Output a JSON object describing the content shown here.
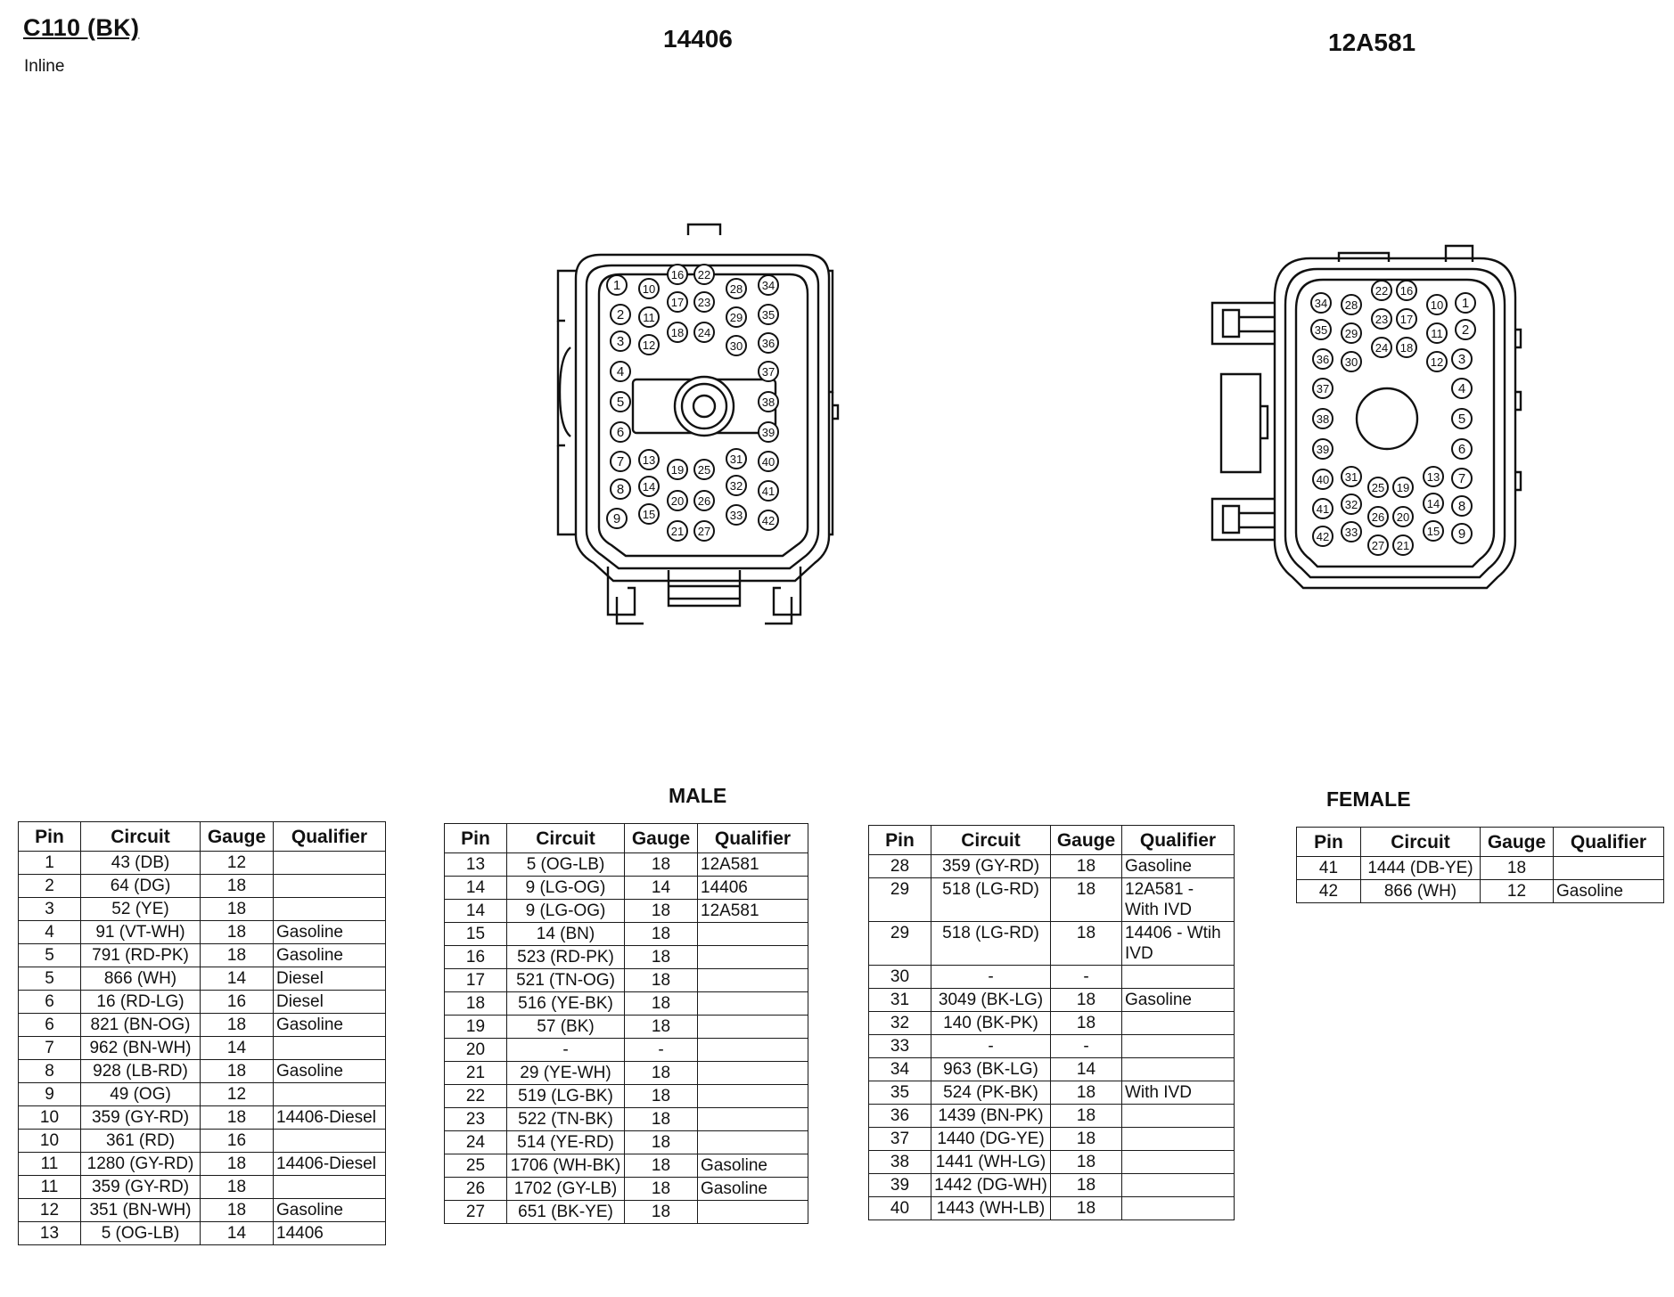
{
  "connector": {
    "title": "C110 (BK)",
    "subtitle": "Inline"
  },
  "parts": {
    "male_part": "14406",
    "female_part": "12A581"
  },
  "sections": {
    "male": "MALE",
    "female": "FEMALE"
  },
  "table_headers": [
    "Pin",
    "Circuit",
    "Gauge",
    "Qualifier"
  ],
  "male_connector_pins": [
    "1",
    "2",
    "3",
    "4",
    "5",
    "6",
    "7",
    "8",
    "9",
    "10",
    "11",
    "12",
    "13",
    "14",
    "15",
    "16",
    "17",
    "18",
    "19",
    "20",
    "21",
    "22",
    "23",
    "24",
    "25",
    "26",
    "27",
    "28",
    "29",
    "30",
    "31",
    "32",
    "33",
    "34",
    "35",
    "36",
    "37",
    "38",
    "39",
    "40",
    "41",
    "42"
  ],
  "female_connector_pins": [
    "1",
    "2",
    "3",
    "4",
    "5",
    "6",
    "7",
    "8",
    "9",
    "10",
    "11",
    "12",
    "13",
    "14",
    "15",
    "16",
    "17",
    "18",
    "19",
    "20",
    "21",
    "22",
    "23",
    "24",
    "25",
    "26",
    "27",
    "28",
    "29",
    "30",
    "31",
    "32",
    "33",
    "34",
    "35",
    "36",
    "37",
    "38",
    "39",
    "40",
    "41",
    "42"
  ],
  "tables": [
    {
      "rows": [
        [
          "1",
          "43 (DB)",
          "12",
          ""
        ],
        [
          "2",
          "64 (DG)",
          "18",
          ""
        ],
        [
          "3",
          "52 (YE)",
          "18",
          ""
        ],
        [
          "4",
          "91 (VT-WH)",
          "18",
          "Gasoline"
        ],
        [
          "5",
          "791 (RD-PK)",
          "18",
          "Gasoline"
        ],
        [
          "5",
          "866 (WH)",
          "14",
          "Diesel"
        ],
        [
          "6",
          "16 (RD-LG)",
          "16",
          "Diesel"
        ],
        [
          "6",
          "821 (BN-OG)",
          "18",
          "Gasoline"
        ],
        [
          "7",
          "962 (BN-WH)",
          "14",
          ""
        ],
        [
          "8",
          "928 (LB-RD)",
          "18",
          "Gasoline"
        ],
        [
          "9",
          "49 (OG)",
          "12",
          ""
        ],
        [
          "10",
          "359 (GY-RD)",
          "18",
          "14406-Diesel"
        ],
        [
          "10",
          "361 (RD)",
          "16",
          ""
        ],
        [
          "11",
          "1280 (GY-RD)",
          "18",
          "14406-Diesel"
        ],
        [
          "11",
          "359 (GY-RD)",
          "18",
          ""
        ],
        [
          "12",
          "351 (BN-WH)",
          "18",
          "Gasoline"
        ],
        [
          "13",
          "5 (OG-LB)",
          "14",
          "14406"
        ]
      ]
    },
    {
      "rows": [
        [
          "13",
          "5 (OG-LB)",
          "18",
          "12A581"
        ],
        [
          "14",
          "9 (LG-OG)",
          "14",
          "14406"
        ],
        [
          "14",
          "9 (LG-OG)",
          "18",
          "12A581"
        ],
        [
          "15",
          "14 (BN)",
          "18",
          ""
        ],
        [
          "16",
          "523 (RD-PK)",
          "18",
          ""
        ],
        [
          "17",
          "521 (TN-OG)",
          "18",
          ""
        ],
        [
          "18",
          "516 (YE-BK)",
          "18",
          ""
        ],
        [
          "19",
          "57 (BK)",
          "18",
          ""
        ],
        [
          "20",
          "-",
          "-",
          ""
        ],
        [
          "21",
          "29 (YE-WH)",
          "18",
          ""
        ],
        [
          "22",
          "519 (LG-BK)",
          "18",
          ""
        ],
        [
          "23",
          "522 (TN-BK)",
          "18",
          ""
        ],
        [
          "24",
          "514 (YE-RD)",
          "18",
          ""
        ],
        [
          "25",
          "1706 (WH-BK)",
          "18",
          "Gasoline"
        ],
        [
          "26",
          "1702 (GY-LB)",
          "18",
          "Gasoline"
        ],
        [
          "27",
          "651 (BK-YE)",
          "18",
          ""
        ]
      ]
    },
    {
      "rows": [
        [
          "28",
          "359 (GY-RD)",
          "18",
          "Gasoline"
        ],
        [
          "29",
          "518 (LG-RD)",
          "18",
          "12A581 - With IVD"
        ],
        [
          "29",
          "518 (LG-RD)",
          "18",
          "14406 - Wtih IVD"
        ],
        [
          "30",
          "-",
          "-",
          ""
        ],
        [
          "31",
          "3049 (BK-LG)",
          "18",
          "Gasoline"
        ],
        [
          "32",
          "140 (BK-PK)",
          "18",
          ""
        ],
        [
          "33",
          "-",
          "-",
          ""
        ],
        [
          "34",
          "963 (BK-LG)",
          "14",
          ""
        ],
        [
          "35",
          "524 (PK-BK)",
          "18",
          "With IVD"
        ],
        [
          "36",
          "1439 (BN-PK)",
          "18",
          ""
        ],
        [
          "37",
          "1440 (DG-YE)",
          "18",
          ""
        ],
        [
          "38",
          "1441 (WH-LG)",
          "18",
          ""
        ],
        [
          "39",
          "1442 (DG-WH)",
          "18",
          ""
        ],
        [
          "40",
          "1443 (WH-LB)",
          "18",
          ""
        ]
      ]
    },
    {
      "rows": [
        [
          "41",
          "1444 (DB-YE)",
          "18",
          ""
        ],
        [
          "42",
          "866 (WH)",
          "12",
          "Gasoline"
        ]
      ]
    }
  ]
}
